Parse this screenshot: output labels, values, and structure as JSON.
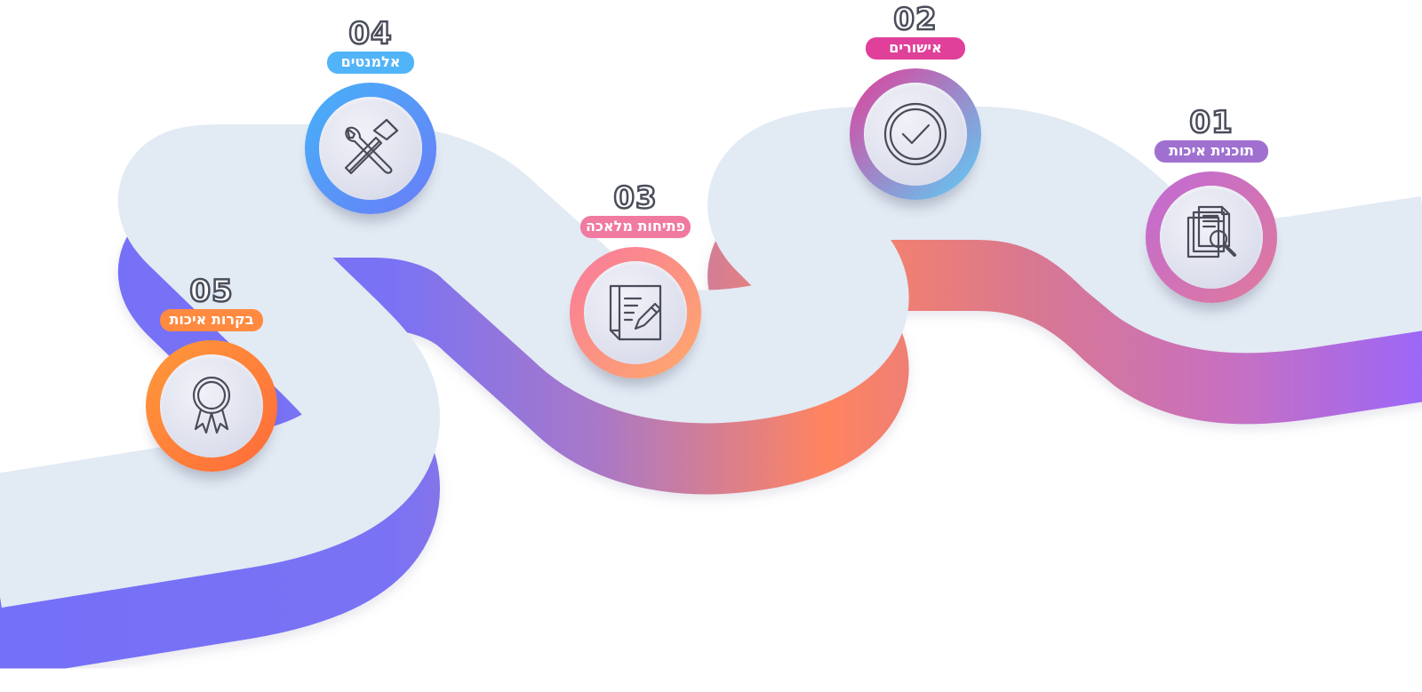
{
  "milestones": [
    {
      "number": "01",
      "label": "תוכנית איכות",
      "icon": "document-search-icon",
      "label_color": "#a070d0",
      "ring_colors": [
        "#c06ad6",
        "#e07a9a"
      ]
    },
    {
      "number": "02",
      "label": "אישורים",
      "icon": "checkmark-circle-icon",
      "label_color": "#e0409a",
      "ring_colors": [
        "#e0409a",
        "#5ad0f8"
      ]
    },
    {
      "number": "03",
      "label": "פתיחות מלאכה",
      "icon": "edit-document-icon",
      "label_color": "#f07aa0",
      "ring_colors": [
        "#f87a9c",
        "#ffaa6a"
      ]
    },
    {
      "number": "04",
      "label": "אלמנטים",
      "icon": "tools-icon",
      "label_color": "#52b4f8",
      "ring_colors": [
        "#46b2f8",
        "#6a7cf8"
      ]
    },
    {
      "number": "05",
      "label": "בקרות איכות",
      "icon": "award-ribbon-icon",
      "label_color": "#ff8a40",
      "ring_colors": [
        "#ff9a3a",
        "#ff6a3a"
      ]
    }
  ],
  "colors": {
    "road_top": "#e2eaf4",
    "road_side_purple": "#7a70f8",
    "road_side_orange": "#ff8a60",
    "road_side_pink": "#d47aa8",
    "road_side_violet": "#a068f8",
    "number_outline": "#4a4d5a"
  }
}
